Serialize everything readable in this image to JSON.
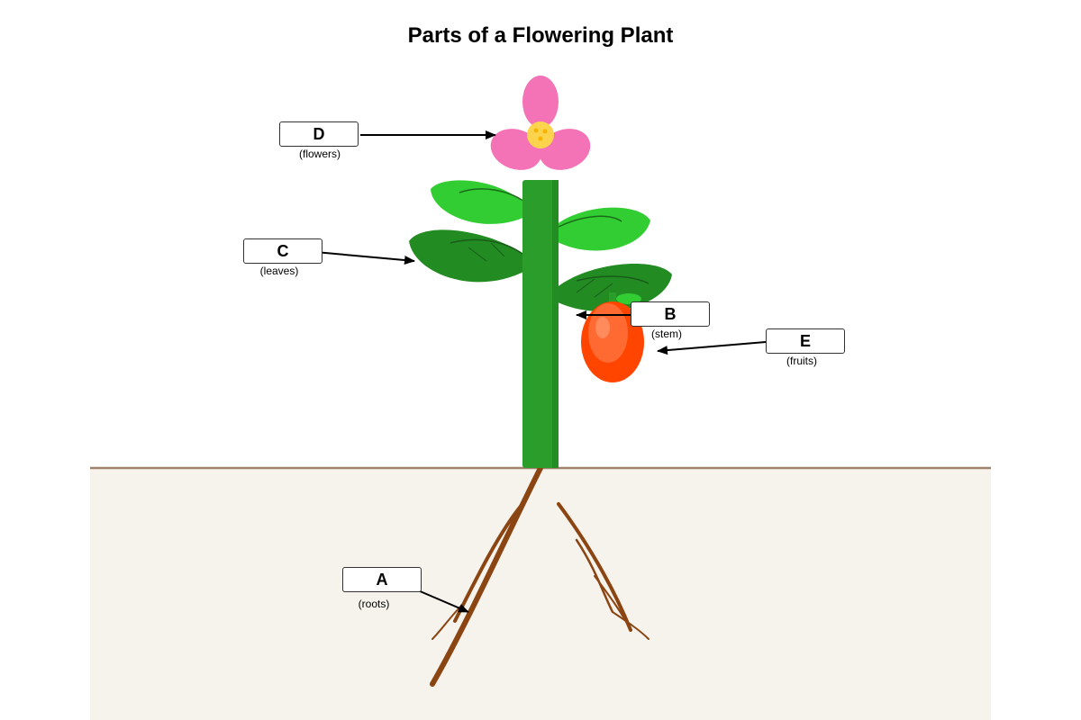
{
  "title": "Parts of a Flowering Plant",
  "labels": {
    "A": {
      "letter": "A",
      "part": "(roots)"
    },
    "B": {
      "letter": "B",
      "part": "(stem)"
    },
    "C": {
      "letter": "C",
      "part": "(leaves)"
    },
    "D": {
      "letter": "D",
      "part": "(flowers)"
    },
    "E": {
      "letter": "E",
      "part": "(fruits)"
    }
  },
  "colors": {
    "petal": "#f472b6",
    "flower_center": "#fcd34d",
    "stem": "#2a9d2a",
    "leaf_light": "#32cd32",
    "leaf_dark": "#228b22",
    "fruit": "#ff4500",
    "root": "#8b4513",
    "soil": "#f6f3ec",
    "ground_line": "#a0826d"
  }
}
